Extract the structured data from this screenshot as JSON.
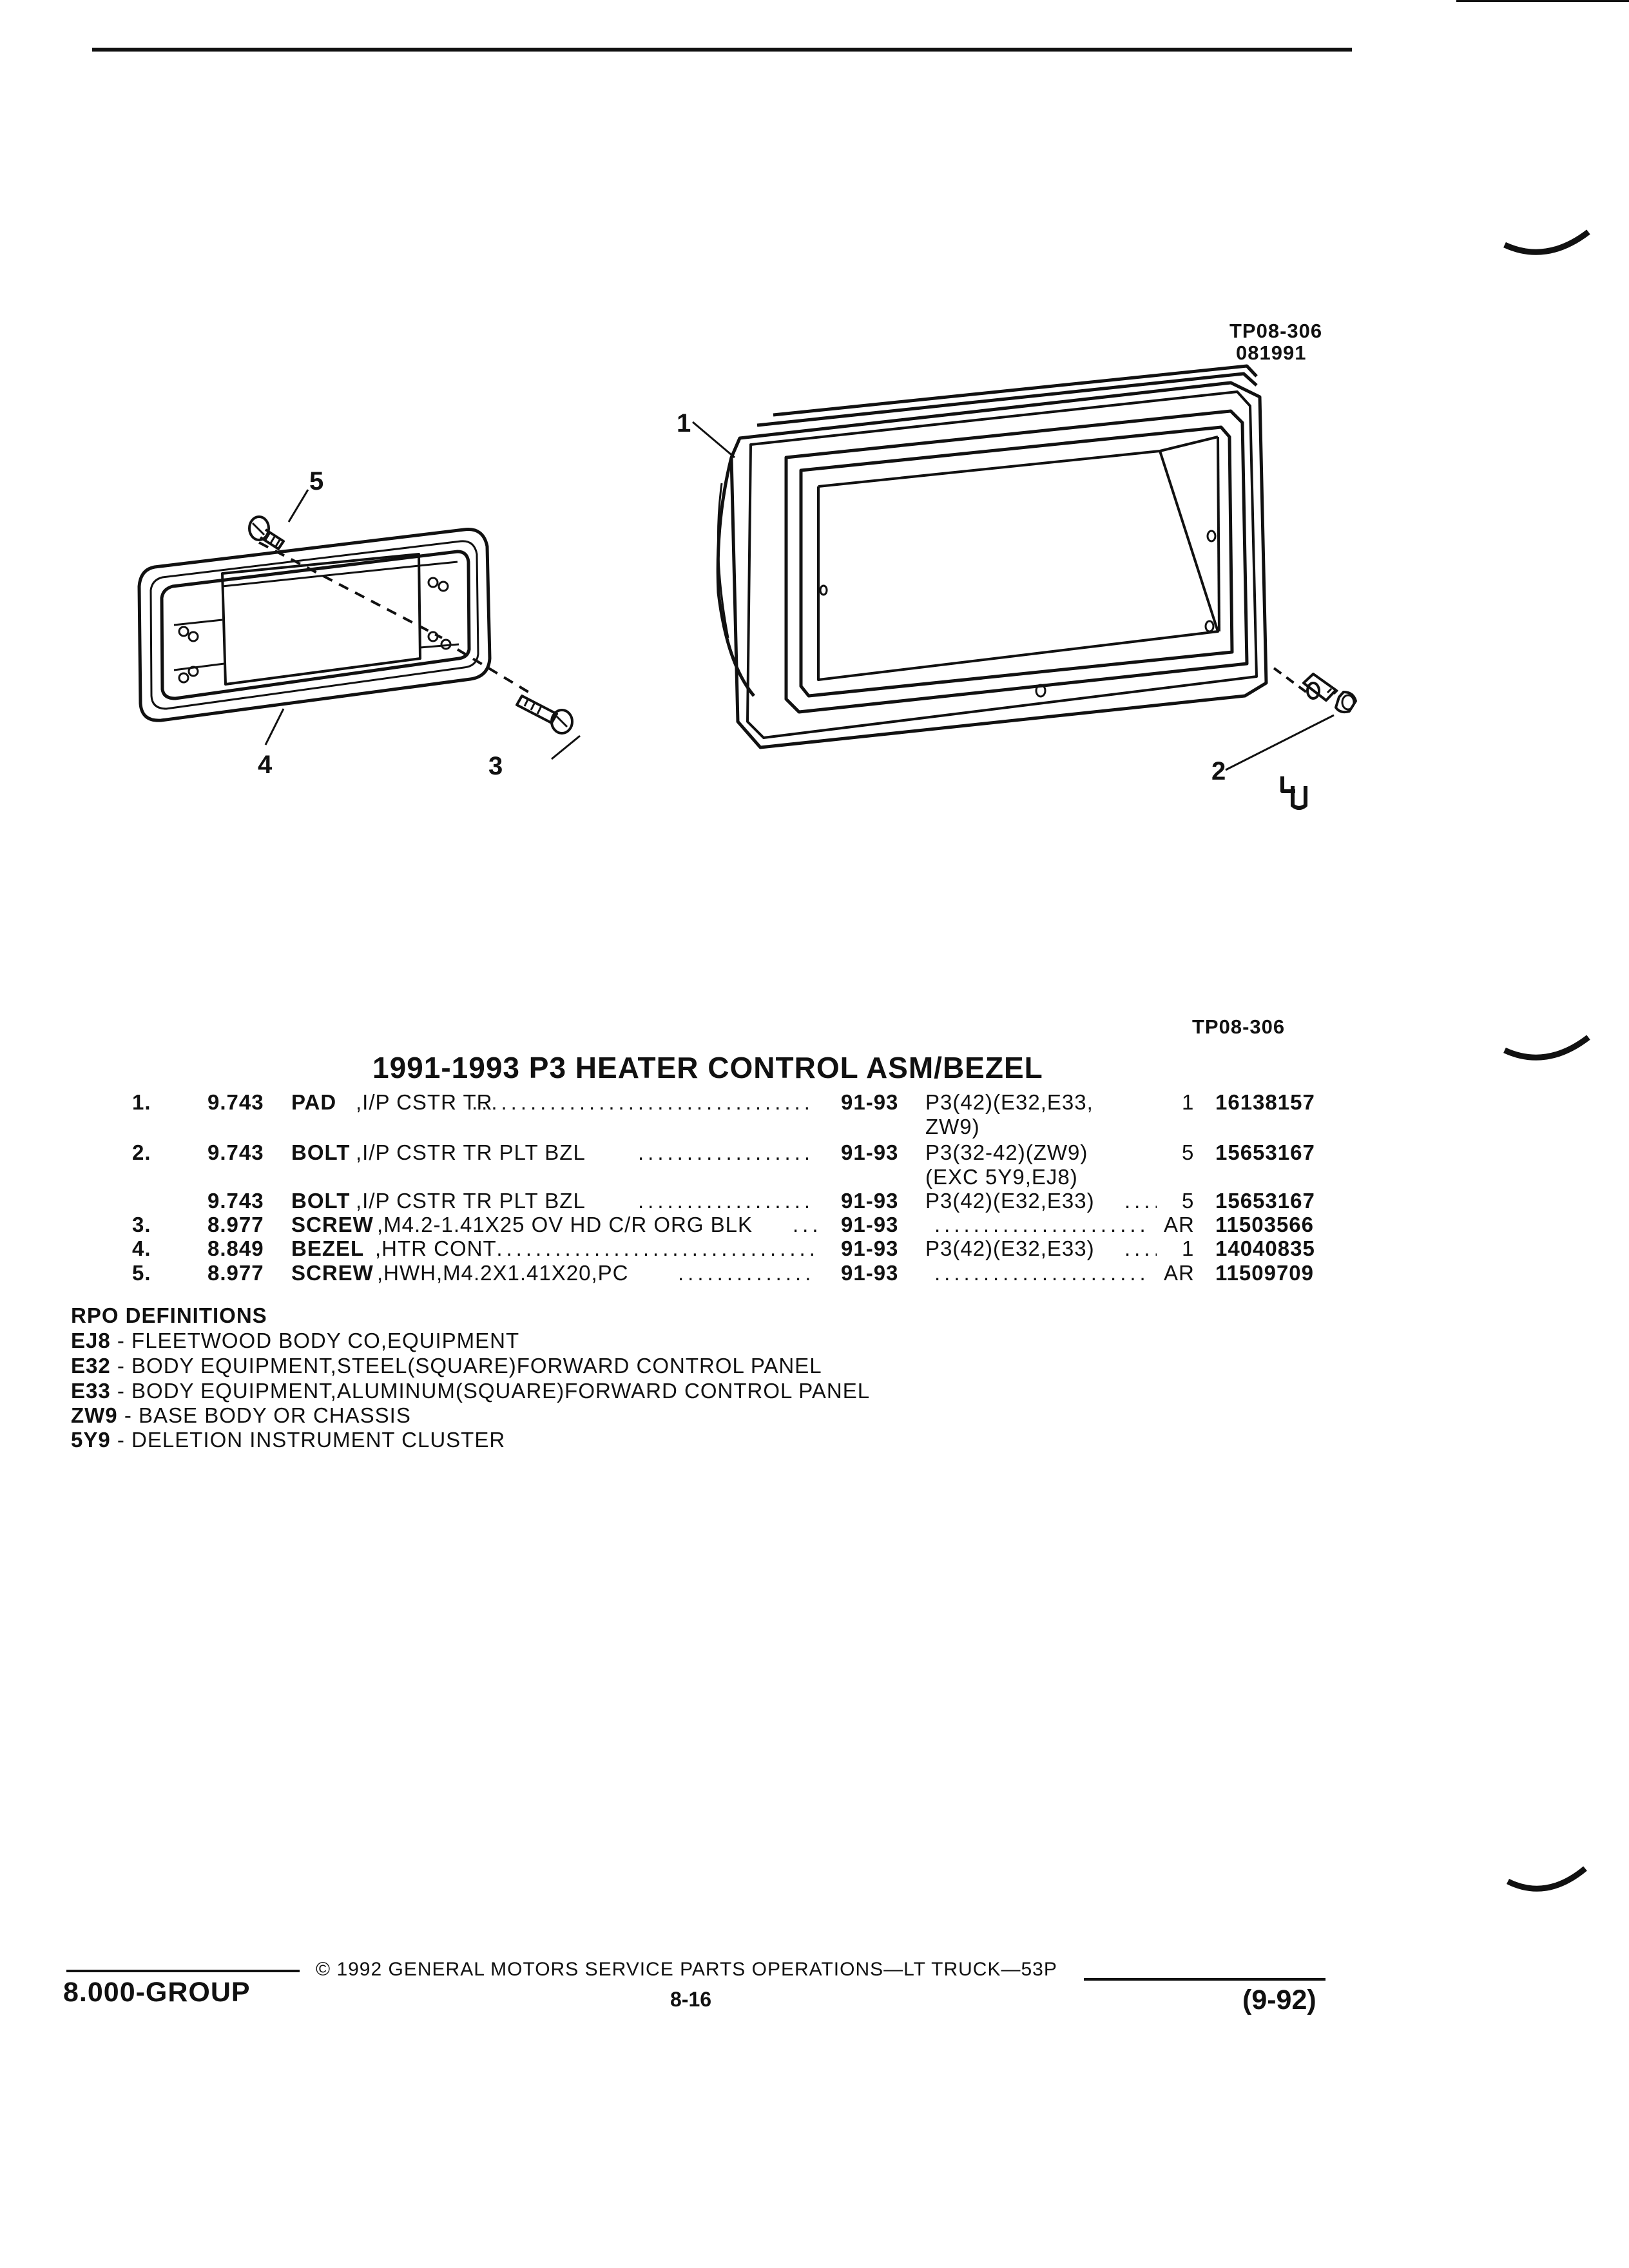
{
  "figure": {
    "id": "TP08-306",
    "date": "081991",
    "callouts": [
      "1",
      "2",
      "3",
      "4",
      "5"
    ],
    "caption": "TP08-306"
  },
  "section_title": "1991-1993 P3 HEATER CONTROL ASM/BEZEL",
  "rows": [
    {
      "item": "1.",
      "group": "9.743",
      "part": "PAD",
      "desc": ",I/P CSTR TR",
      "years": "91-93",
      "usage": "P3(42)(E32,E33,",
      "usage2": "ZW9)",
      "qty": "1",
      "partno": "16138157"
    },
    {
      "item": "2.",
      "group": "9.743",
      "part": "BOLT",
      "desc": ",I/P CSTR TR PLT BZL",
      "years": "91-93",
      "usage": "P3(32-42)(ZW9)",
      "usage2": "(EXC 5Y9,EJ8)",
      "qty": "5",
      "partno": "15653167"
    },
    {
      "item": "",
      "group": "9.743",
      "part": "BOLT",
      "desc": ",I/P CSTR TR PLT BZL",
      "years": "91-93",
      "usage": "P3(42)(E32,E33)",
      "usage2": "",
      "qty": "5",
      "partno": "15653167"
    },
    {
      "item": "3.",
      "group": "8.977",
      "part": "SCREW",
      "desc": ",M4.2-1.41X25 OV HD C/R ORG BLK",
      "years": "91-93",
      "usage": "",
      "usage2": "",
      "qty": "AR",
      "partno": "11503566"
    },
    {
      "item": "4.",
      "group": "8.849",
      "part": "BEZEL",
      "desc": ",HTR CONT",
      "years": "91-93",
      "usage": "P3(42)(E32,E33)",
      "usage2": "",
      "qty": "1",
      "partno": "14040835"
    },
    {
      "item": "5.",
      "group": "8.977",
      "part": "SCREW",
      "desc": ",HWH,M4.2X1.41X20,PC",
      "years": "91-93",
      "usage": "",
      "usage2": "",
      "qty": "AR",
      "partno": "11509709"
    }
  ],
  "rpo": {
    "heading": "RPO DEFINITIONS",
    "items": [
      {
        "code": "EJ8",
        "text": " - FLEETWOOD BODY CO,EQUIPMENT"
      },
      {
        "code": "E32",
        "text": " - BODY EQUIPMENT,STEEL(SQUARE)FORWARD CONTROL PANEL"
      },
      {
        "code": "E33",
        "text": " - BODY EQUIPMENT,ALUMINUM(SQUARE)FORWARD CONTROL PANEL"
      },
      {
        "code": "ZW9",
        "text": " - BASE BODY OR CHASSIS"
      },
      {
        "code": "5Y9",
        "text": " - DELETION INSTRUMENT CLUSTER"
      }
    ]
  },
  "footer": {
    "group": "8.000-GROUP",
    "copyright": "© 1992 GENERAL MOTORS SERVICE PARTS OPERATIONS—LT TRUCK—53P",
    "page": "8-16",
    "revision": "(9-92)"
  }
}
